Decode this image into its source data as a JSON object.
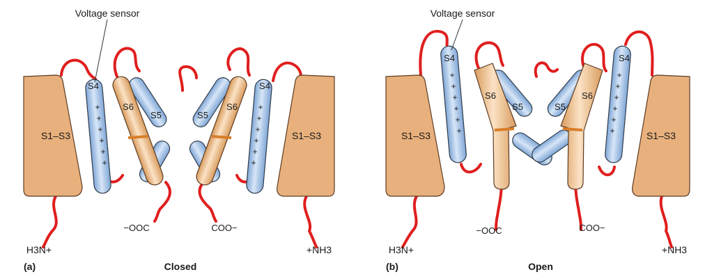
{
  "colors": {
    "loop": "#e01e1e",
    "s1s3": "#e8b07c",
    "helix_blue": "#a9c5e8",
    "helix_orange": "#eebf8e",
    "gate": "#d87e2a"
  },
  "panel_a": {
    "letter": "(a)",
    "state": "Closed",
    "voltage_sensor": "Voltage sensor",
    "s1s3_left": "S1–S3",
    "s1s3_right": "S1–S3",
    "s4_left": "S4",
    "s4_right": "S4",
    "s5_left": "S5",
    "s5_right": "S5",
    "s6_left": "S6",
    "s6_right": "S6",
    "n_term": "H3N+",
    "n_term_right": "+NH3",
    "c_term_left": "−OOC",
    "c_term_right": "COO−",
    "plus_sign": "+"
  },
  "panel_b": {
    "letter": "(b)",
    "state": "Open",
    "voltage_sensor": "Voltage sensor",
    "s1s3_left": "S1–S3",
    "s1s3_right": "S1–S3",
    "s4_left": "S4",
    "s4_right": "S4",
    "s5_left": "S5",
    "s5_right": "S5",
    "s6_left": "S6",
    "s6_right": "S6",
    "n_term": "H3N+",
    "n_term_right": "+NH3",
    "c_term_left": "−OOC",
    "c_term_right": "COO−",
    "plus_sign": "+"
  }
}
